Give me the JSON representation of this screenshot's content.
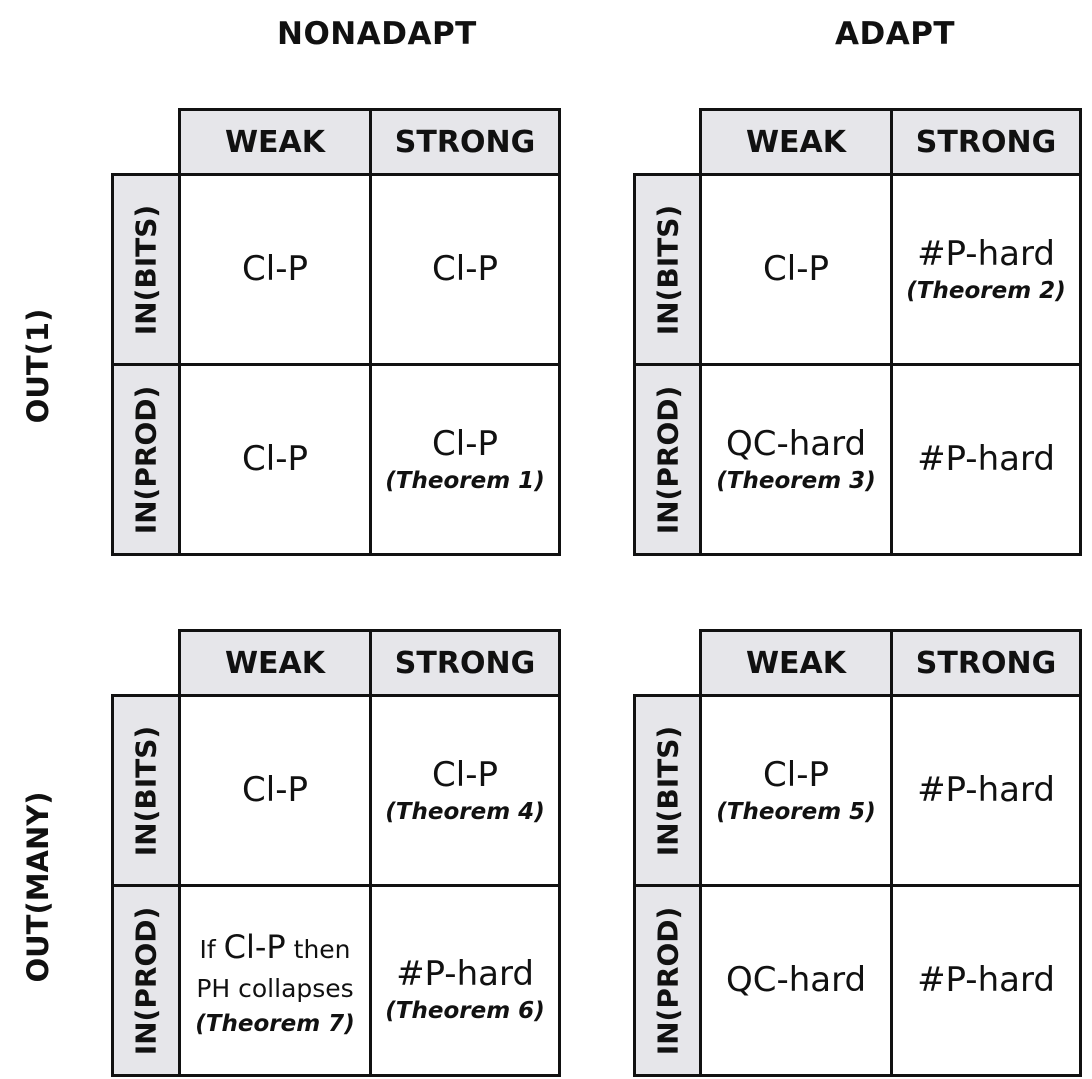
{
  "columns": {
    "left": "NONADAPT",
    "right": "ADAPT"
  },
  "rows": {
    "top": "OUT(1)",
    "bottom": "OUT(MANY)"
  },
  "panels": {
    "p1": {
      "weak": "WEAK",
      "strong": "STRONG",
      "bits": "IN(BITS)",
      "prod": "IN(PROD)",
      "c11": "Cl-P",
      "c12": "Cl-P",
      "c21": "Cl-P",
      "c22": "Cl-P",
      "c22_thm": "(Theorem 1)"
    },
    "p2": {
      "weak": "WEAK",
      "strong": "STRONG",
      "bits": "IN(BITS)",
      "prod": "IN(PROD)",
      "c11": "Cl-P",
      "c12": "#P-hard",
      "c12_thm": "(Theorem 2)",
      "c21": "QC-hard",
      "c21_thm": "(Theorem 3)",
      "c22": "#P-hard"
    },
    "p3": {
      "weak": "WEAK",
      "strong": "STRONG",
      "bits": "IN(BITS)",
      "prod": "IN(PROD)",
      "c11": "Cl-P",
      "c12": "Cl-P",
      "c12_thm": "(Theorem 4)",
      "c21_if": "If",
      "c21_clp": "Cl-P",
      "c21_then": "then",
      "c21_line2": "PH collapses",
      "c21_thm": "(Theorem 7)",
      "c22": "#P-hard",
      "c22_thm": "(Theorem 6)"
    },
    "p4": {
      "weak": "WEAK",
      "strong": "STRONG",
      "bits": "IN(BITS)",
      "prod": "IN(PROD)",
      "c11": "Cl-P",
      "c11_thm": "(Theorem 5)",
      "c12": "#P-hard",
      "c21": "QC-hard",
      "c22": "#P-hard"
    }
  }
}
